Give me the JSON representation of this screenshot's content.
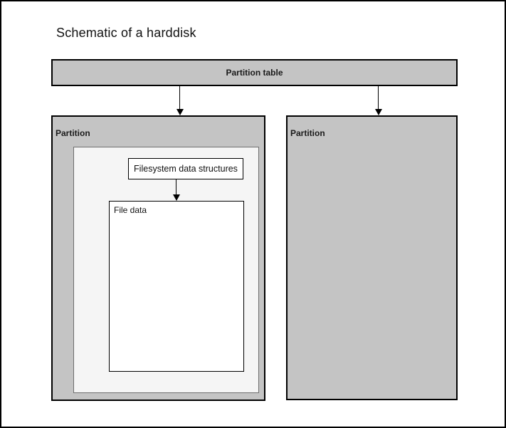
{
  "title": "Schematic of a harddisk",
  "partition_table": {
    "label": "Partition table"
  },
  "partitions": [
    {
      "label": "Partition",
      "contents": {
        "filesystem_box_label": "Filesystem data structures",
        "file_data_label": "File data"
      }
    },
    {
      "label": "Partition"
    }
  ],
  "colors": {
    "background": "#ffffff",
    "partition_fill": "#c4c4c4",
    "partition_border": "#000000",
    "inner_fill": "#f5f5f5",
    "inner_border": "#6e6e6e",
    "white_box_fill": "#ffffff",
    "white_box_border": "#000000",
    "arrow": "#000000",
    "text": "#1a1a1a"
  }
}
